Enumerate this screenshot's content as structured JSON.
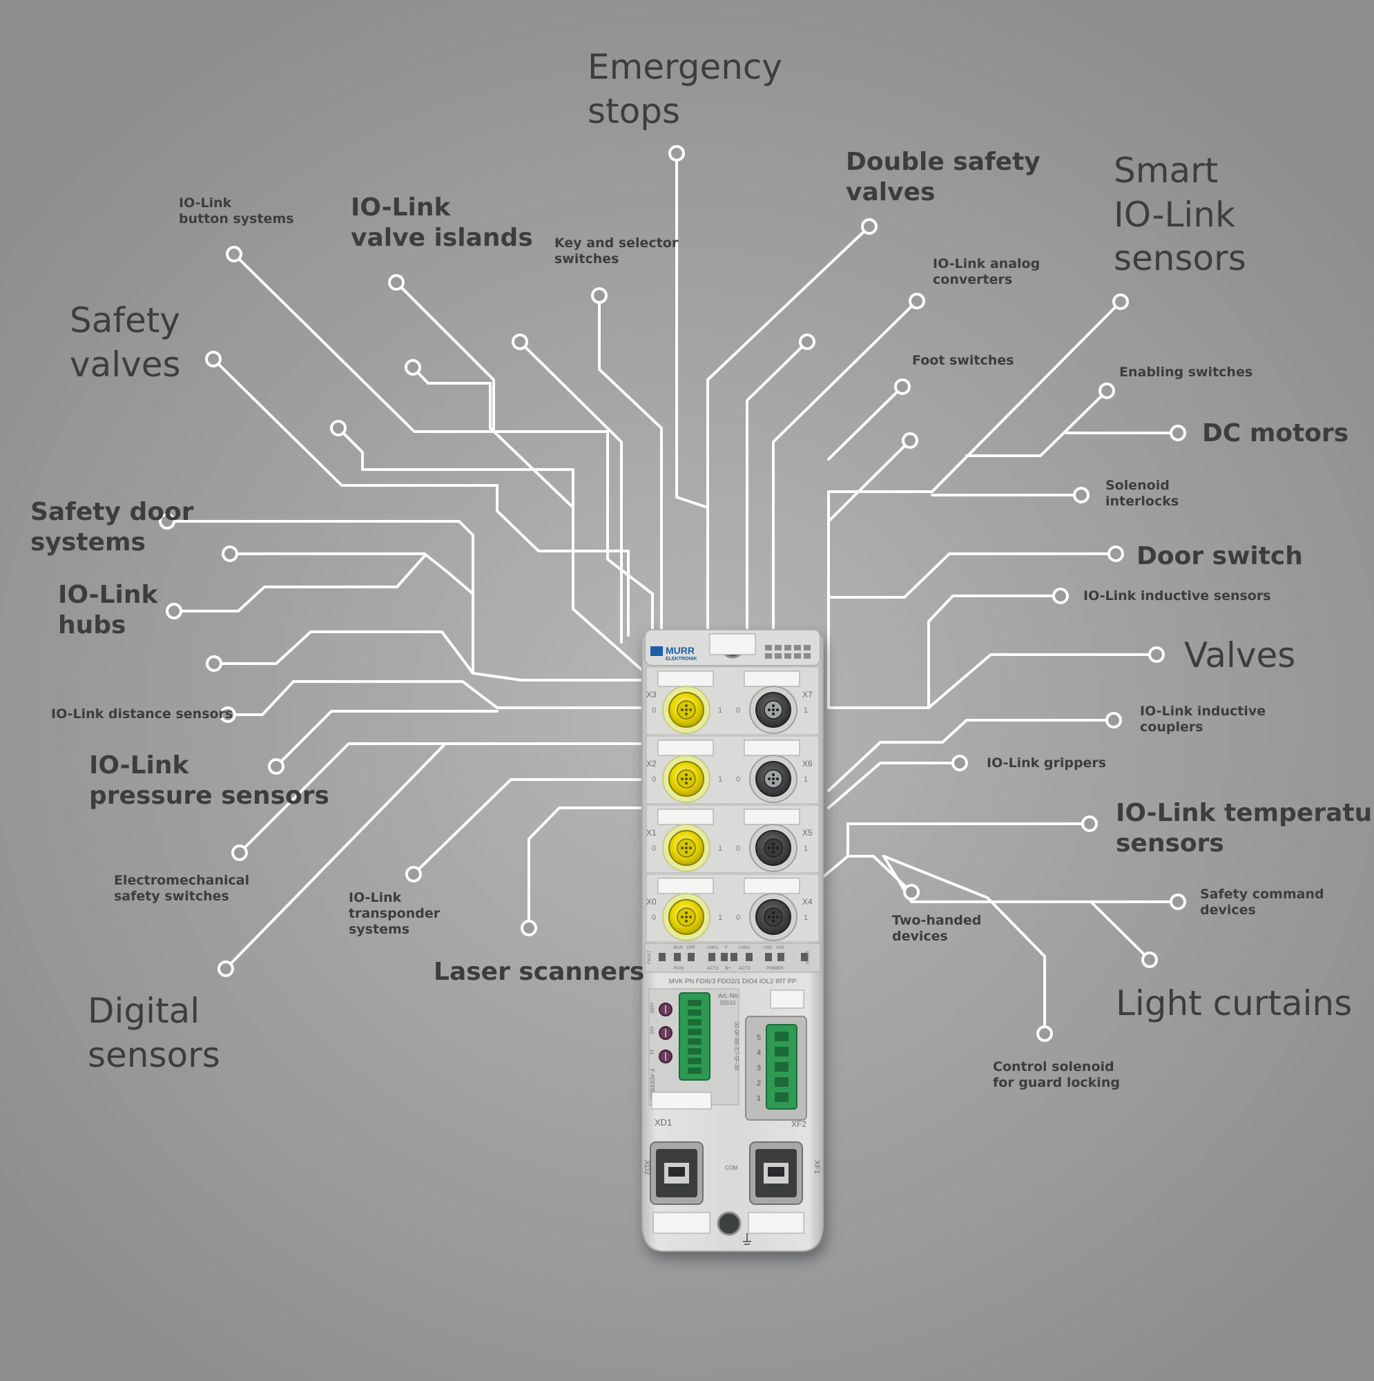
{
  "device": {
    "brand": "MURR",
    "brand_sub": "ELEKTRONIK",
    "model": "MVK PN FDI6/3 FDO2/1 DIO4 IOL2 IRT PP",
    "art_label": "Art.-No.",
    "art_no": "55510",
    "mac": "00-0F-BE-E7-5F-38",
    "port_labels": [
      "X3",
      "X7",
      "X2",
      "X6",
      "X1",
      "X5",
      "X0",
      "X4"
    ],
    "pin_labels": [
      "0",
      "1"
    ],
    "status_labels": [
      "FAULT",
      "BUS",
      "CRF",
      "RUN",
      "LNK1",
      "ACT1",
      "F",
      "B+",
      "LNK2",
      "ACT2",
      "US2",
      "US1",
      "POWER",
      "FAULT"
    ],
    "address_labels": [
      "x100",
      "x10",
      "x1",
      "F-ADDRESS"
    ],
    "power_numbers": [
      "5",
      "4",
      "3",
      "2",
      "1"
    ],
    "conn_labels": [
      "XD1",
      "XF2",
      "XD2",
      "XF1",
      "COM"
    ]
  },
  "labels": [
    {
      "id": "emergency-stops",
      "lines": [
        "Emergency",
        "stops"
      ]
    },
    {
      "id": "double-safety-valves",
      "lines": [
        "Double safety",
        "valves"
      ]
    },
    {
      "id": "smart-io-link-sensors",
      "lines": [
        "Smart",
        "IO-Link",
        "sensors"
      ]
    },
    {
      "id": "io-link-button-systems",
      "lines": [
        "IO-Link",
        "button systems"
      ]
    },
    {
      "id": "io-link-valve-islands",
      "lines": [
        "IO-Link",
        "valve islands"
      ]
    },
    {
      "id": "key-and-selector-switches",
      "lines": [
        "Key and selector",
        "switches"
      ]
    },
    {
      "id": "io-link-analog-converters",
      "lines": [
        "IO-Link analog",
        "converters"
      ]
    },
    {
      "id": "safety-valves",
      "lines": [
        "Safety",
        "valves"
      ]
    },
    {
      "id": "foot-switches",
      "lines": [
        "Foot switches"
      ]
    },
    {
      "id": "enabling-switches",
      "lines": [
        "Enabling switches"
      ]
    },
    {
      "id": "dc-motors",
      "lines": [
        "DC motors"
      ]
    },
    {
      "id": "solenoid-interlocks",
      "lines": [
        "Solenoid",
        "interlocks"
      ]
    },
    {
      "id": "safety-door-systems",
      "lines": [
        "Safety door",
        "systems"
      ]
    },
    {
      "id": "door-switch",
      "lines": [
        "Door switch"
      ]
    },
    {
      "id": "io-link-hubs",
      "lines": [
        "IO-Link",
        "hubs"
      ]
    },
    {
      "id": "io-link-inductive-sensors",
      "lines": [
        "IO-Link inductive sensors"
      ]
    },
    {
      "id": "valves",
      "lines": [
        "Valves"
      ]
    },
    {
      "id": "io-link-distance-sensors",
      "lines": [
        "IO-Link distance sensors"
      ]
    },
    {
      "id": "io-link-inductive-couplers",
      "lines": [
        "IO-Link inductive",
        "couplers"
      ]
    },
    {
      "id": "io-link-pressure-sensors",
      "lines": [
        "IO-Link",
        "pressure sensors"
      ]
    },
    {
      "id": "io-link-grippers",
      "lines": [
        "IO-Link grippers"
      ]
    },
    {
      "id": "io-link-temperature-sensors",
      "lines": [
        "IO-Link temperature",
        "sensors"
      ]
    },
    {
      "id": "electromechanical-safety-switches",
      "lines": [
        "Electromechanical",
        "safety switches"
      ]
    },
    {
      "id": "io-link-transponder-systems",
      "lines": [
        "IO-Link",
        "transponder",
        "systems"
      ]
    },
    {
      "id": "safety-command-devices",
      "lines": [
        "Safety command",
        "devices"
      ]
    },
    {
      "id": "two-handed-devices",
      "lines": [
        "Two-handed",
        "devices"
      ]
    },
    {
      "id": "laser-scanners",
      "lines": [
        "Laser scanners"
      ]
    },
    {
      "id": "light-curtains",
      "lines": [
        "Light curtains"
      ]
    },
    {
      "id": "control-solenoid-for-guard-locking",
      "lines": [
        "Control solenoid",
        "for guard locking"
      ]
    },
    {
      "id": "digital-sensors",
      "lines": [
        "Digital",
        "sensors"
      ]
    }
  ],
  "colors": {
    "line": "#ffffff",
    "label_text": "#3c3d3f",
    "device_housing": "#d4d4d2",
    "port_yellow": "#e8d600",
    "port_dark": "#3a3b3c",
    "terminal_green": "#2f9a52",
    "brand_blue": "#1f5fa8"
  }
}
